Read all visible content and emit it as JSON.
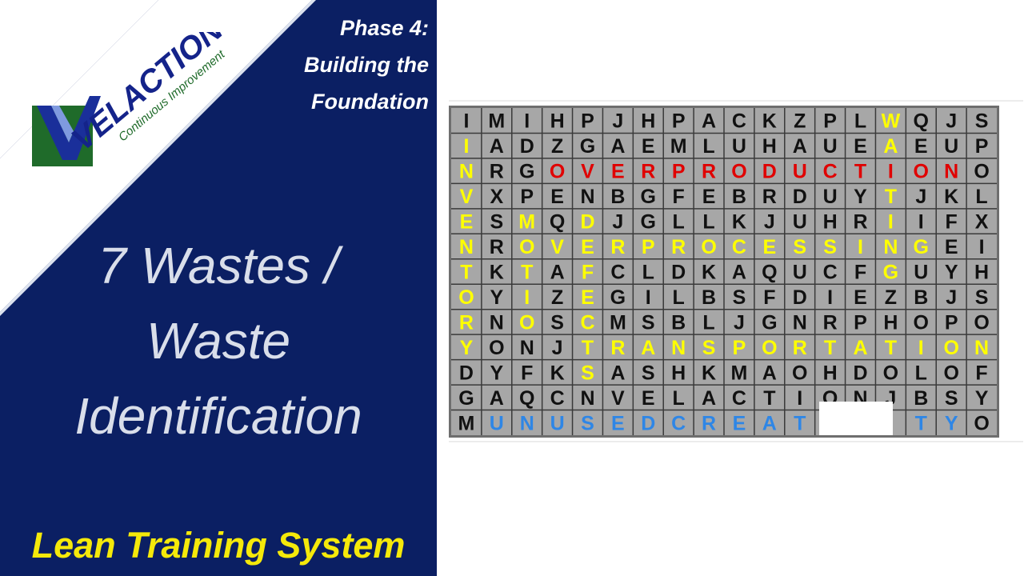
{
  "header": {
    "phase_line1": "Phase 4:",
    "phase_line2": "Building the",
    "phase_line3": "Foundation"
  },
  "logo": {
    "brand": "VELACTION",
    "tagline": "Continuous Improvement"
  },
  "title": {
    "line1": "7 Wastes /",
    "line2": "Waste",
    "line3": "Identification"
  },
  "footer": {
    "text": "Lean Training System"
  },
  "colors": {
    "navy": "#0b1f63",
    "title_gray": "#d9deea",
    "footer_yellow": "#f5e90a",
    "grid_bg": "#a7a7a7",
    "letter_black": "#111111",
    "waste_yellow": "#ffff00",
    "waste_red": "#e00000",
    "waste_blue": "#2e86e6"
  },
  "word_search": {
    "rows": [
      "IMIHPJHPACKZPLWQJS",
      "IADZGAEMLUHAUEAEUP",
      "NRGOVERPRODUCTIONO",
      "VXPENBGFEBRDUYTJKL",
      "ESMQDJGLLKJUHRIIFX",
      "NROVERPROCESSINGEI",
      "TKTAFCLDKAQUCFGUYH",
      "OYIZEGILBSFDIEZBJS",
      "RNOSCMSBLJGNRPHOPO",
      "YONJTRANSPORTATION",
      "DYFKSASHKMAOHDOLOF",
      "GAQCNVELACTIONJBSY",
      "MUNUSEDCREATIVITYO"
    ],
    "colors": [
      "kkkkkkkkkkkkkkykkk",
      "ykkkkkkkkkkkkkykkk",
      "ykkrrrrrrrrrrrrrrk",
      "ykkkkkkkkkkkkkykkk",
      "ykykykkkkkkkkkykkk",
      "ykyyyyyyyyyyyyyykk",
      "ykykykkkkkkkkkykkk",
      "ykykykkkkkkkkkkkkk",
      "ykykykkkkkkkkkkkkk",
      "ykkkyyyyyyyyyyyyyy",
      "kkkkykkkkkkkkkkkkk",
      "kkkkkkkkkkkkkkkkkk",
      "kbbbbbbbbbbbbbbbbk"
    ]
  }
}
